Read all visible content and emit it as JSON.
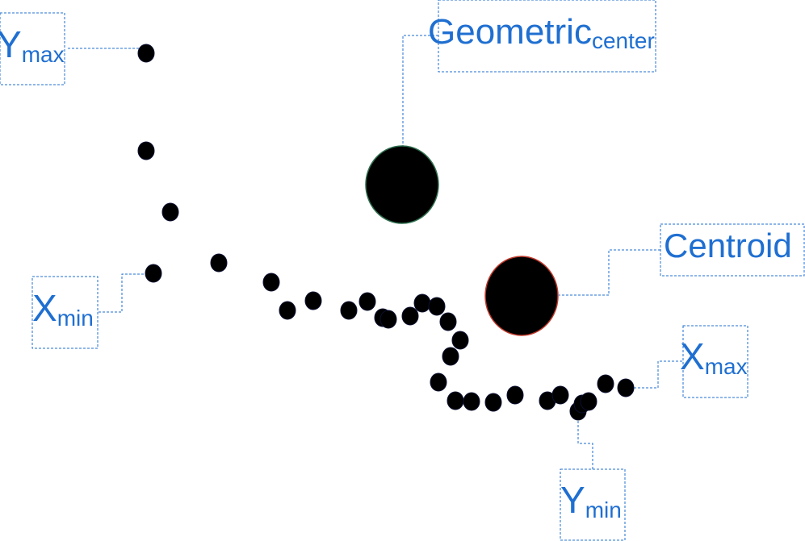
{
  "labels": {
    "ymax": {
      "main": "Y",
      "sub": "max"
    },
    "xmin": {
      "main": "X",
      "sub": "min"
    },
    "geometric_center": {
      "main": "Geometric",
      "sub": "center"
    },
    "centroid": {
      "main": "Centroid",
      "sub": ""
    },
    "xmax": {
      "main": "X",
      "sub": "max"
    },
    "ymin": {
      "main": "Y",
      "sub": "min"
    }
  },
  "colors": {
    "label": "#1f6fd1",
    "leader_line": "#1f6fd1",
    "point": "#000000",
    "geometric_center_outline": "#2f6f4f",
    "centroid_outline": "#c0392b"
  }
}
